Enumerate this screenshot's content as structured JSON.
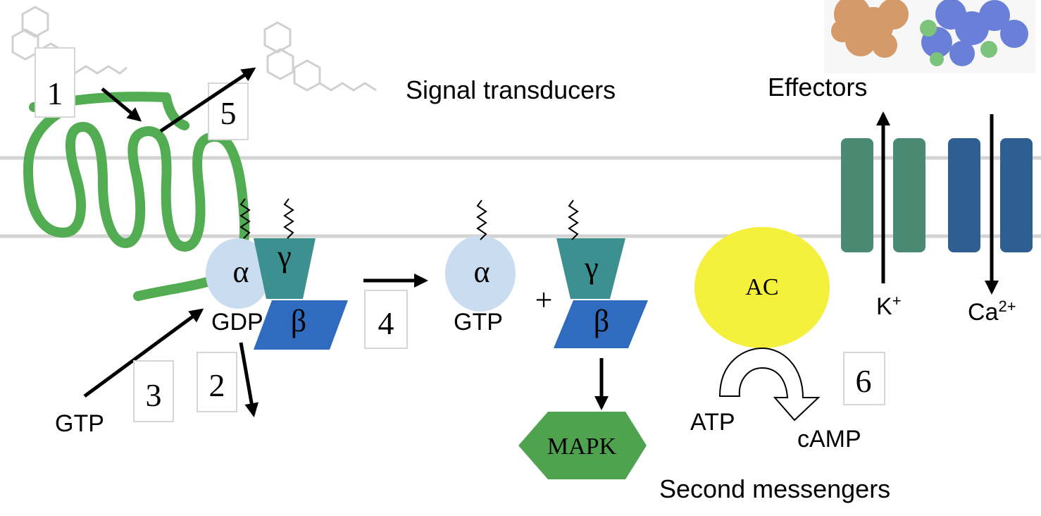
{
  "colors": {
    "receptor": "#52ad52",
    "alpha_subunit": "#c9dcf0",
    "gamma_subunit": "#3c9090",
    "beta_subunit": "#2f6cbf",
    "adenylyl_cyclase": "#f5f03c",
    "mapk": "#4fa34f",
    "k_channel": "#4a8a72",
    "ca_channel": "#2f5e92",
    "membrane_line": "#d3d3d3",
    "ligand": "#d0d0d0",
    "protein_orange": "#d49a6a",
    "protein_blue": "#6a80d8",
    "protein_green": "#7cc47c"
  },
  "headings": {
    "signal_transducers": "Signal transducers",
    "effectors": "Effectors",
    "second_messengers": "Second messengers"
  },
  "steps": [
    "1",
    "2",
    "3",
    "4",
    "5",
    "6"
  ],
  "g_protein": {
    "alpha": "α",
    "gamma": "γ",
    "beta": "β",
    "gdp": "GDP",
    "gtp": "GTP",
    "plus": "+"
  },
  "gtp_input": "GTP",
  "effectors": {
    "ac": "AC",
    "mapk": "MAPK",
    "potassium_base": "K",
    "potassium_charge": "+",
    "calcium_base": "Ca",
    "calcium_charge": "2+"
  },
  "messengers": {
    "atp": "ATP",
    "camp": "cAMP"
  }
}
